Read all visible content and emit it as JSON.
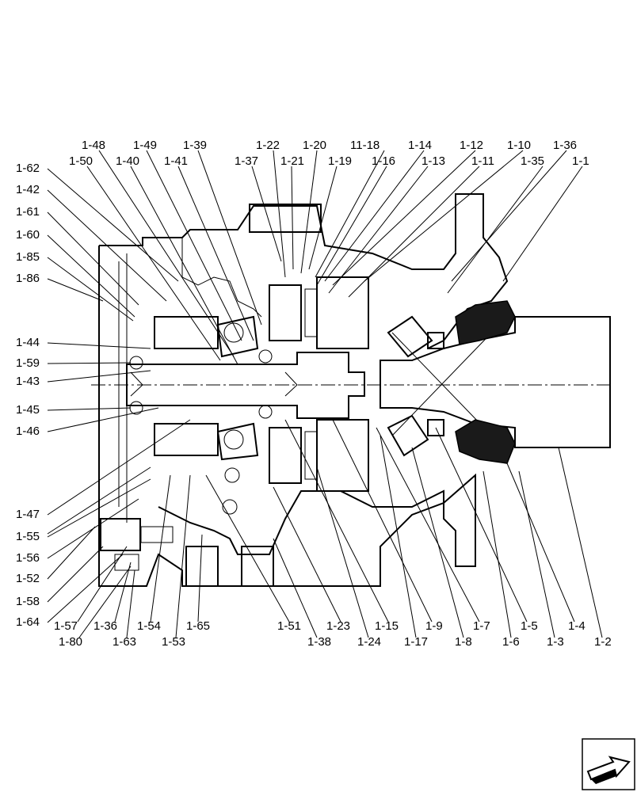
{
  "labels": {
    "top": [
      "1-48",
      "1-49",
      "1-39",
      "1-50",
      "1-40",
      "1-41",
      "1-22",
      "1-20",
      "11-18",
      "1-14",
      "1-12",
      "1-10",
      "1-36",
      "1-37",
      "1-21",
      "1-19",
      "1-16",
      "1-13",
      "1-11",
      "1-35",
      "1-1"
    ],
    "left": [
      "1-62",
      "1-42",
      "1-61",
      "1-60",
      "1-85",
      "1-86",
      "1-44",
      "1-59",
      "1-43",
      "1-45",
      "1-46",
      "1-47",
      "1-55",
      "1-56",
      "1-52",
      "1-58",
      "1-64"
    ],
    "bottom": [
      "1-57",
      "1-36",
      "1-54",
      "1-65",
      "1-80",
      "1-63",
      "1-53",
      "1-51",
      "1-23",
      "1-15",
      "1-9",
      "1-7",
      "1-5",
      "1-4",
      "1-38",
      "1-24",
      "1-17",
      "1-8",
      "1-6",
      "1-3",
      "1-2"
    ]
  },
  "nav_icon": "next-page-arrow-icon"
}
